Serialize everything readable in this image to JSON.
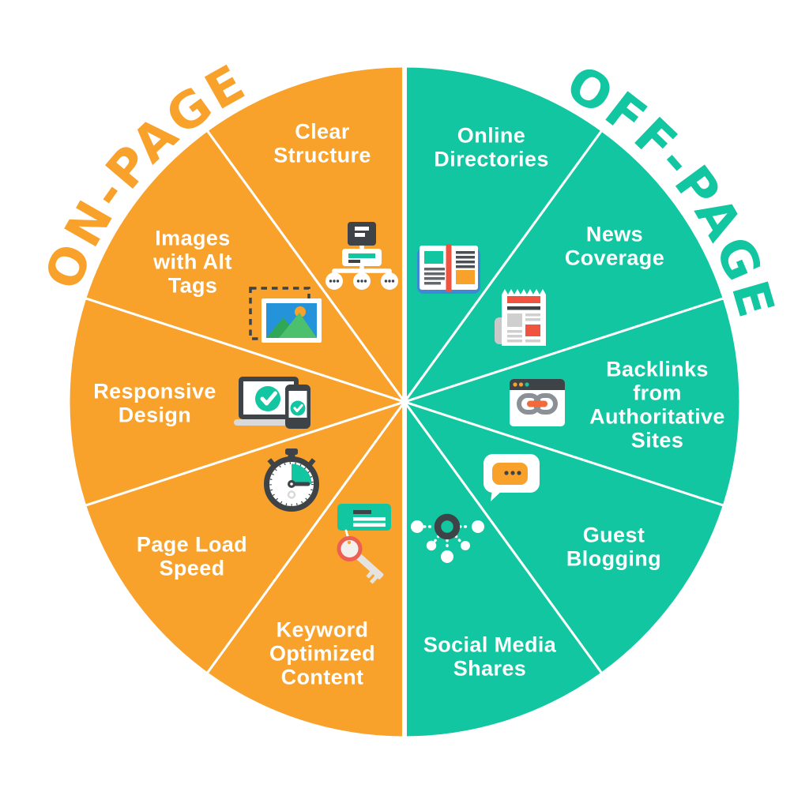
{
  "titles": {
    "on_page": "ON-PAGE",
    "off_page": "OFF-PAGE"
  },
  "chart": {
    "type": "pie-infographic",
    "subject": "SEO factors split into two halves of a 10-segment circle",
    "halves": [
      {
        "name": "ON-PAGE",
        "color": "#F8A12B",
        "segments": [
          {
            "label": "Clear\nStructure",
            "icon": "sitemap-icon"
          },
          {
            "label": "Images\nwith Alt\nTags",
            "icon": "image-alt-icon"
          },
          {
            "label": "Responsive\nDesign",
            "icon": "responsive-devices-icon"
          },
          {
            "label": "Page Load\nSpeed",
            "icon": "stopwatch-icon"
          },
          {
            "label": "Keyword\nOptimized\nContent",
            "icon": "keyword-key-icon"
          }
        ]
      },
      {
        "name": "OFF-PAGE",
        "color": "#12C6A2",
        "segments": [
          {
            "label": "Online\nDirectories",
            "icon": "open-book-icon"
          },
          {
            "label": "News\nCoverage",
            "icon": "newspaper-icon"
          },
          {
            "label": "Backlinks\nfrom\nAuthoritative\nSites",
            "icon": "browser-backlink-icon"
          },
          {
            "label": "Guest\nBlogging",
            "icon": "chat-bubbles-icon"
          },
          {
            "label": "Social Media\nShares",
            "icon": "share-network-icon"
          }
        ]
      }
    ]
  },
  "palette": {
    "orange": "#F8A12B",
    "teal": "#12C6A2",
    "dark": "#3E4347",
    "red": "#F0533F",
    "link_bar": "#F06A3C",
    "coral": "#ED5E55",
    "blue": "#2493D9",
    "bookblue": "#3D89D8",
    "green_dark": "#2FA757",
    "green_light": "#4DC06E",
    "gray_light": "#D9D9D9",
    "gray_mid": "#C9C9C9",
    "gray_chain": "#8A9096",
    "background": "#FFFFFF"
  }
}
